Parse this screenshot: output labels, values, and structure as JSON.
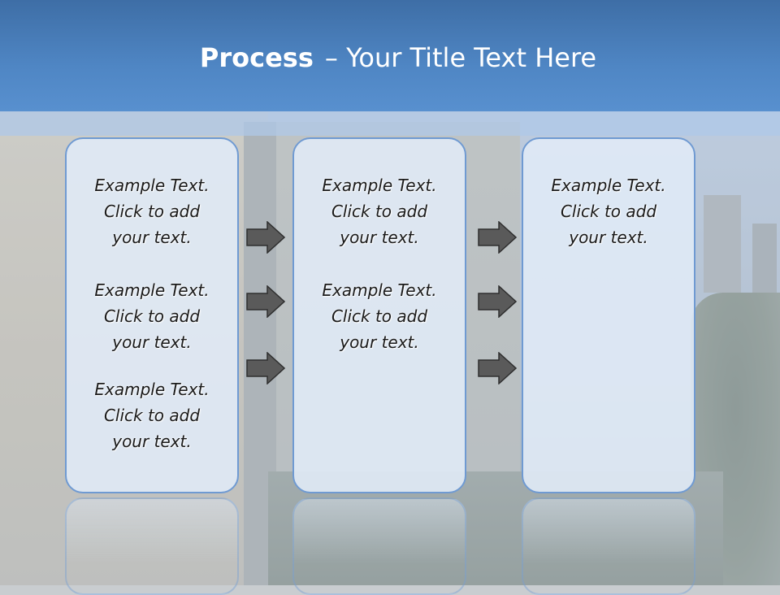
{
  "title": {
    "bold": "Process",
    "rest": "– Your Title Text Here"
  },
  "boxes": [
    {
      "paragraphs": [
        [
          "Example Text.",
          "Click  to add",
          "your text."
        ],
        [
          "Example Text.",
          "Click  to add",
          "your text."
        ],
        [
          "Example Text.",
          "Click  to add",
          "your text."
        ]
      ]
    },
    {
      "paragraphs": [
        [
          "Example Text.",
          "Click  to add",
          "your text."
        ],
        [
          "Example Text.",
          "Click  to add",
          "your text."
        ]
      ]
    },
    {
      "paragraphs": [
        [
          "Example Text.",
          "Click  to add",
          "your text."
        ]
      ]
    }
  ],
  "colors": {
    "header": "#4f86c4",
    "box_border": "#6f9ad2",
    "arrow_fill": "#5a5a5a"
  },
  "arrow_icon": "right-arrow-icon"
}
